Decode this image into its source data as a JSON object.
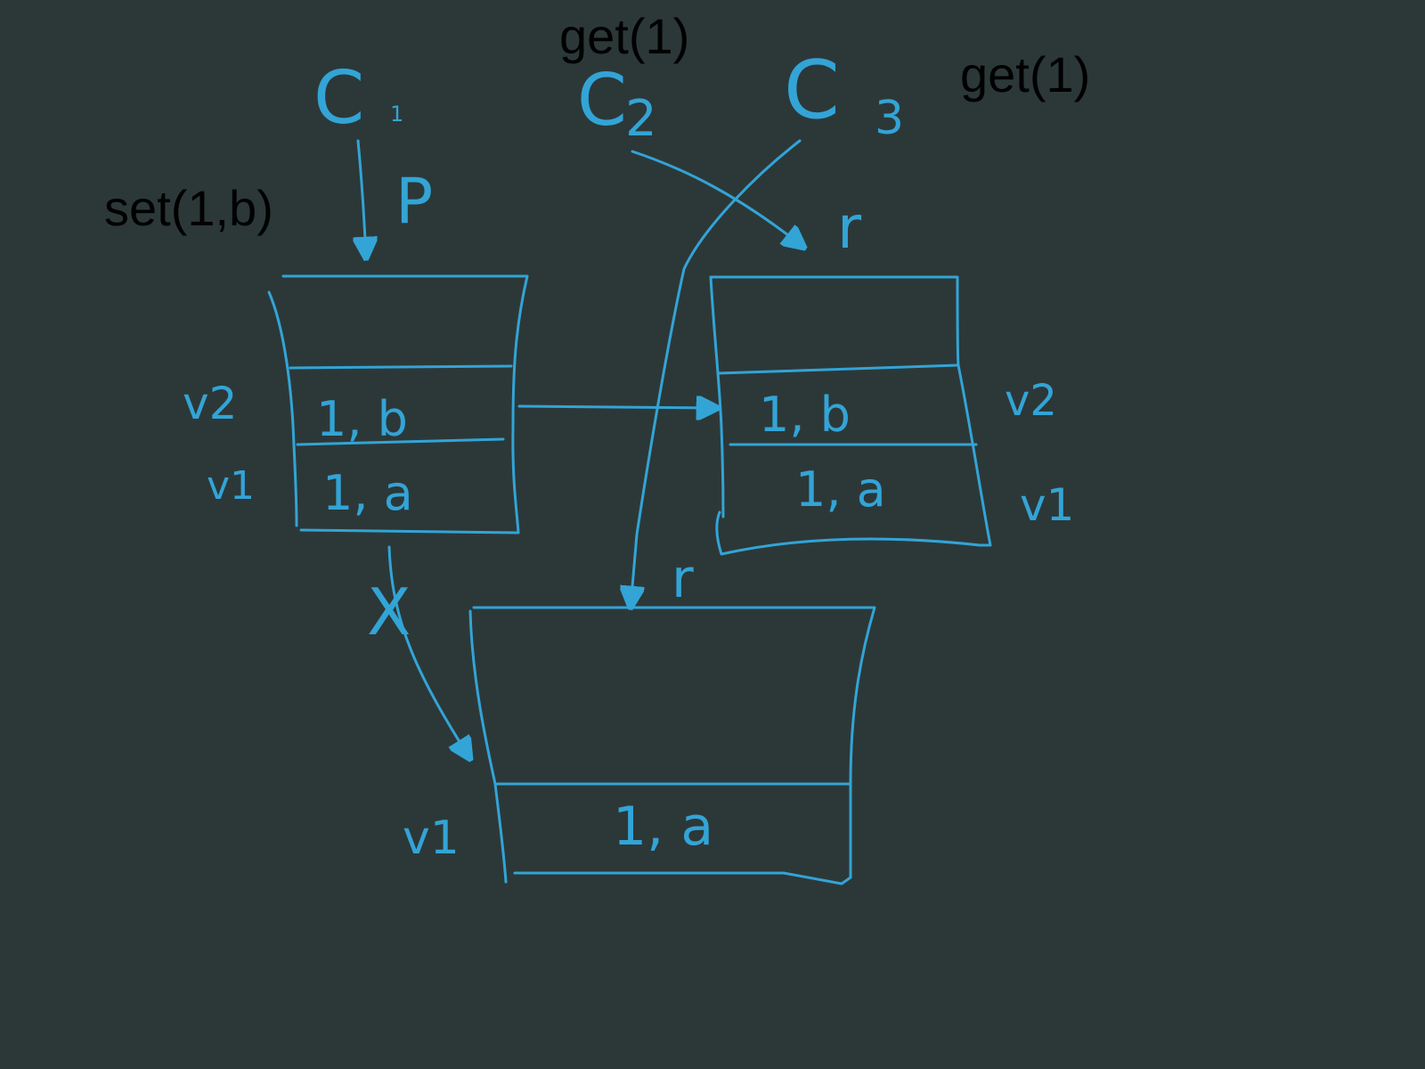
{
  "colors": {
    "background": "#2c3838",
    "ink": "#33a4d6",
    "typed_text": "#000000"
  },
  "annotations": {
    "c1_op": "set(1,b)",
    "c2_op": "get(1)",
    "c3_op": "get(1)"
  },
  "clients": {
    "c1": "C",
    "c1_sub": "1",
    "c2": "C",
    "c2_sub": "2",
    "c3": "C",
    "c3_sub": "3"
  },
  "role_labels": {
    "primary": "P",
    "replica_top": "r",
    "replica_bottom": "r"
  },
  "primary_node": {
    "rows": [
      "1, b",
      "1, a"
    ],
    "versions": [
      "v2",
      "v1"
    ]
  },
  "replica_right": {
    "rows": [
      "1, b",
      "1, a"
    ],
    "versions": [
      "v2",
      "v1"
    ]
  },
  "replica_bottom": {
    "rows": [
      "1, a"
    ],
    "versions": [
      "v1"
    ]
  },
  "link_marks": {
    "failed": "X"
  }
}
